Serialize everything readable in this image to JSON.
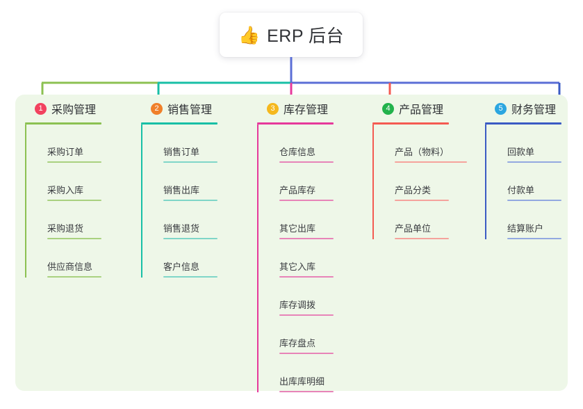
{
  "root": {
    "emoji": "👍",
    "emoji_name": "thumbs-up-icon",
    "title": "ERP 后台"
  },
  "colors": {
    "panel_bg": "#eef7e8",
    "root_wire": "#5b6ed6",
    "text": "#3a3c40"
  },
  "columns": [
    {
      "number": "1",
      "title": "采购管理",
      "badge_color": "#f2425f",
      "line_color": "#8cc152",
      "item_line_color": "#a9d180",
      "items": [
        "采购订单",
        "采购入库",
        "采购退货",
        "供应商信息"
      ]
    },
    {
      "number": "2",
      "title": "销售管理",
      "badge_color": "#f0802a",
      "line_color": "#18bfa6",
      "item_line_color": "#7fd6c8",
      "items": [
        "销售订单",
        "销售出库",
        "销售退货",
        "客户信息"
      ]
    },
    {
      "number": "3",
      "title": "库存管理",
      "badge_color": "#f5b81d",
      "line_color": "#e6399b",
      "item_line_color": "#e784b8",
      "items": [
        "仓库信息",
        "产品库存",
        "其它出库",
        "其它入库",
        "库存调拨",
        "库存盘点",
        "出库库明细"
      ]
    },
    {
      "number": "4",
      "title": "产品管理",
      "badge_color": "#22b24c",
      "line_color": "#f45b52",
      "item_line_color": "#f5a39c",
      "items": [
        "产品（物料）",
        "产品分类",
        "产品单位"
      ]
    },
    {
      "number": "5",
      "title": "财务管理",
      "badge_color": "#2ba6e0",
      "line_color": "#3b5bc4",
      "item_line_color": "#93a9e0",
      "items": [
        "回款单",
        "付款单",
        "结算账户"
      ]
    }
  ]
}
